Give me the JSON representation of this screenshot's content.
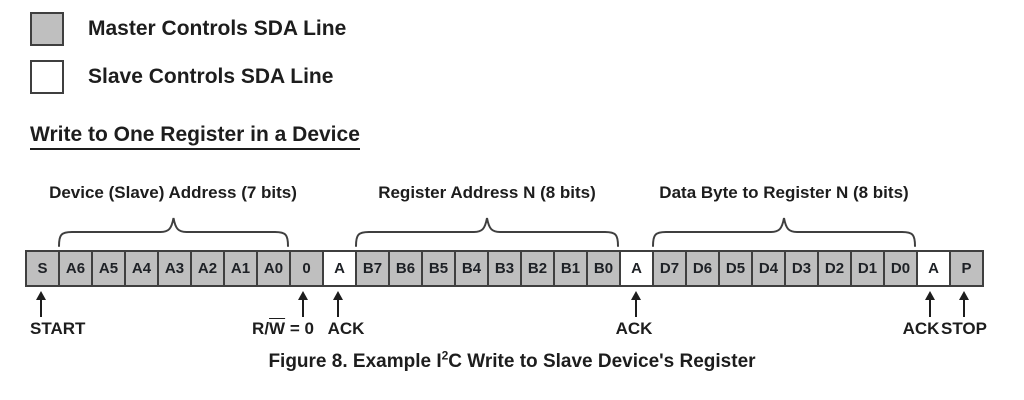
{
  "legend": {
    "items": [
      {
        "label": "Master Controls SDA Line",
        "owner": "master"
      },
      {
        "label": "Slave Controls SDA Line",
        "owner": "slave"
      }
    ]
  },
  "heading": "Write to One Register in a Device",
  "frame": {
    "groups": [
      {
        "label": "Device (Slave) Address (7 bits)"
      },
      {
        "label": "Register Address N (8 bits)"
      },
      {
        "label": "Data Byte to Register N (8 bits)"
      }
    ],
    "cells": [
      {
        "label": "S",
        "owner": "master"
      },
      {
        "label": "A6",
        "owner": "master"
      },
      {
        "label": "A5",
        "owner": "master"
      },
      {
        "label": "A4",
        "owner": "master"
      },
      {
        "label": "A3",
        "owner": "master"
      },
      {
        "label": "A2",
        "owner": "master"
      },
      {
        "label": "A1",
        "owner": "master"
      },
      {
        "label": "A0",
        "owner": "master"
      },
      {
        "label": "0",
        "owner": "master"
      },
      {
        "label": "A",
        "owner": "slave"
      },
      {
        "label": "B7",
        "owner": "master"
      },
      {
        "label": "B6",
        "owner": "master"
      },
      {
        "label": "B5",
        "owner": "master"
      },
      {
        "label": "B4",
        "owner": "master"
      },
      {
        "label": "B3",
        "owner": "master"
      },
      {
        "label": "B2",
        "owner": "master"
      },
      {
        "label": "B1",
        "owner": "master"
      },
      {
        "label": "B0",
        "owner": "master"
      },
      {
        "label": "A",
        "owner": "slave"
      },
      {
        "label": "D7",
        "owner": "master"
      },
      {
        "label": "D6",
        "owner": "master"
      },
      {
        "label": "D5",
        "owner": "master"
      },
      {
        "label": "D4",
        "owner": "master"
      },
      {
        "label": "D3",
        "owner": "master"
      },
      {
        "label": "D2",
        "owner": "master"
      },
      {
        "label": "D1",
        "owner": "master"
      },
      {
        "label": "D0",
        "owner": "master"
      },
      {
        "label": "A",
        "owner": "slave"
      },
      {
        "label": "P",
        "owner": "master"
      }
    ],
    "markers": [
      {
        "label": "START"
      },
      {
        "pre": "R/",
        "overline": "W",
        "post": " = 0"
      },
      {
        "label": "ACK"
      },
      {
        "label": "ACK"
      },
      {
        "label": "ACK"
      },
      {
        "label": "STOP"
      }
    ]
  },
  "caption": {
    "pre": "Figure 8. Example I",
    "sup": "2",
    "post": "C Write to Slave Device's Register"
  },
  "colors": {
    "master_fill": "#bfbfbf",
    "slave_fill": "#ffffff",
    "border": "#3f3f3f",
    "text": "#1d1d1d"
  }
}
